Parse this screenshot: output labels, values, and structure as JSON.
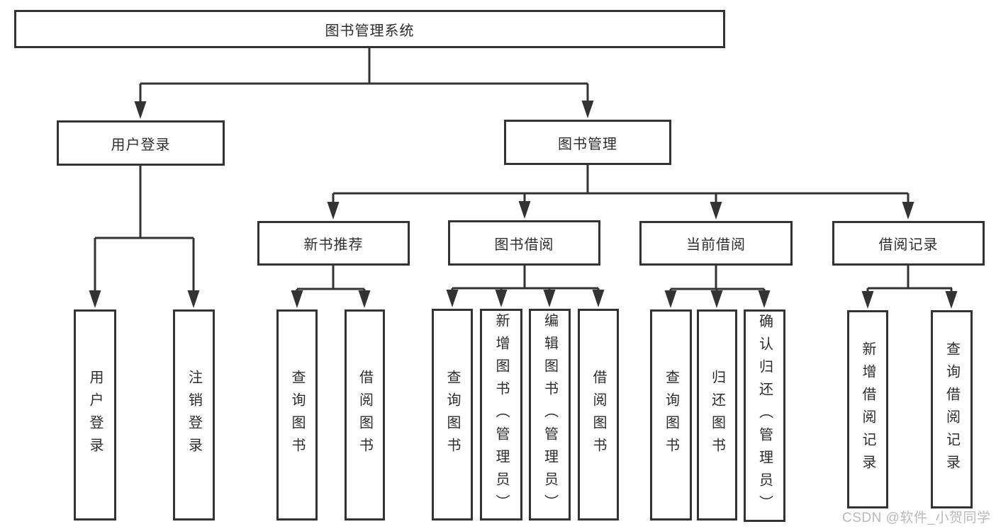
{
  "diagram": {
    "root": "图书管理系统",
    "level2": [
      "用户登录",
      "图书管理"
    ],
    "level3": [
      "新书推荐",
      "图书借阅",
      "当前借阅",
      "借阅记录"
    ],
    "leaves_user": [
      "用户登录",
      "注销登录"
    ],
    "leaves_new_books": [
      "查询图书",
      "借阅图书"
    ],
    "leaves_borrow": [
      "查询图书",
      "新增图书（管理员）",
      "编辑图书（管理员）",
      "借阅图书"
    ],
    "leaves_current": [
      "查询图书",
      "归还图书",
      "确认归还（管理员）"
    ],
    "leaves_records": [
      "新增借阅记录",
      "查询借阅记录"
    ]
  },
  "watermark": "CSDN @软件_小贺同学",
  "colors": {
    "line": "#333333",
    "box_border": "#333333",
    "box_fill": "#ffffff",
    "text": "#2d2d2d",
    "watermark_text": "#b9b9b9",
    "background": "#ffffff"
  }
}
